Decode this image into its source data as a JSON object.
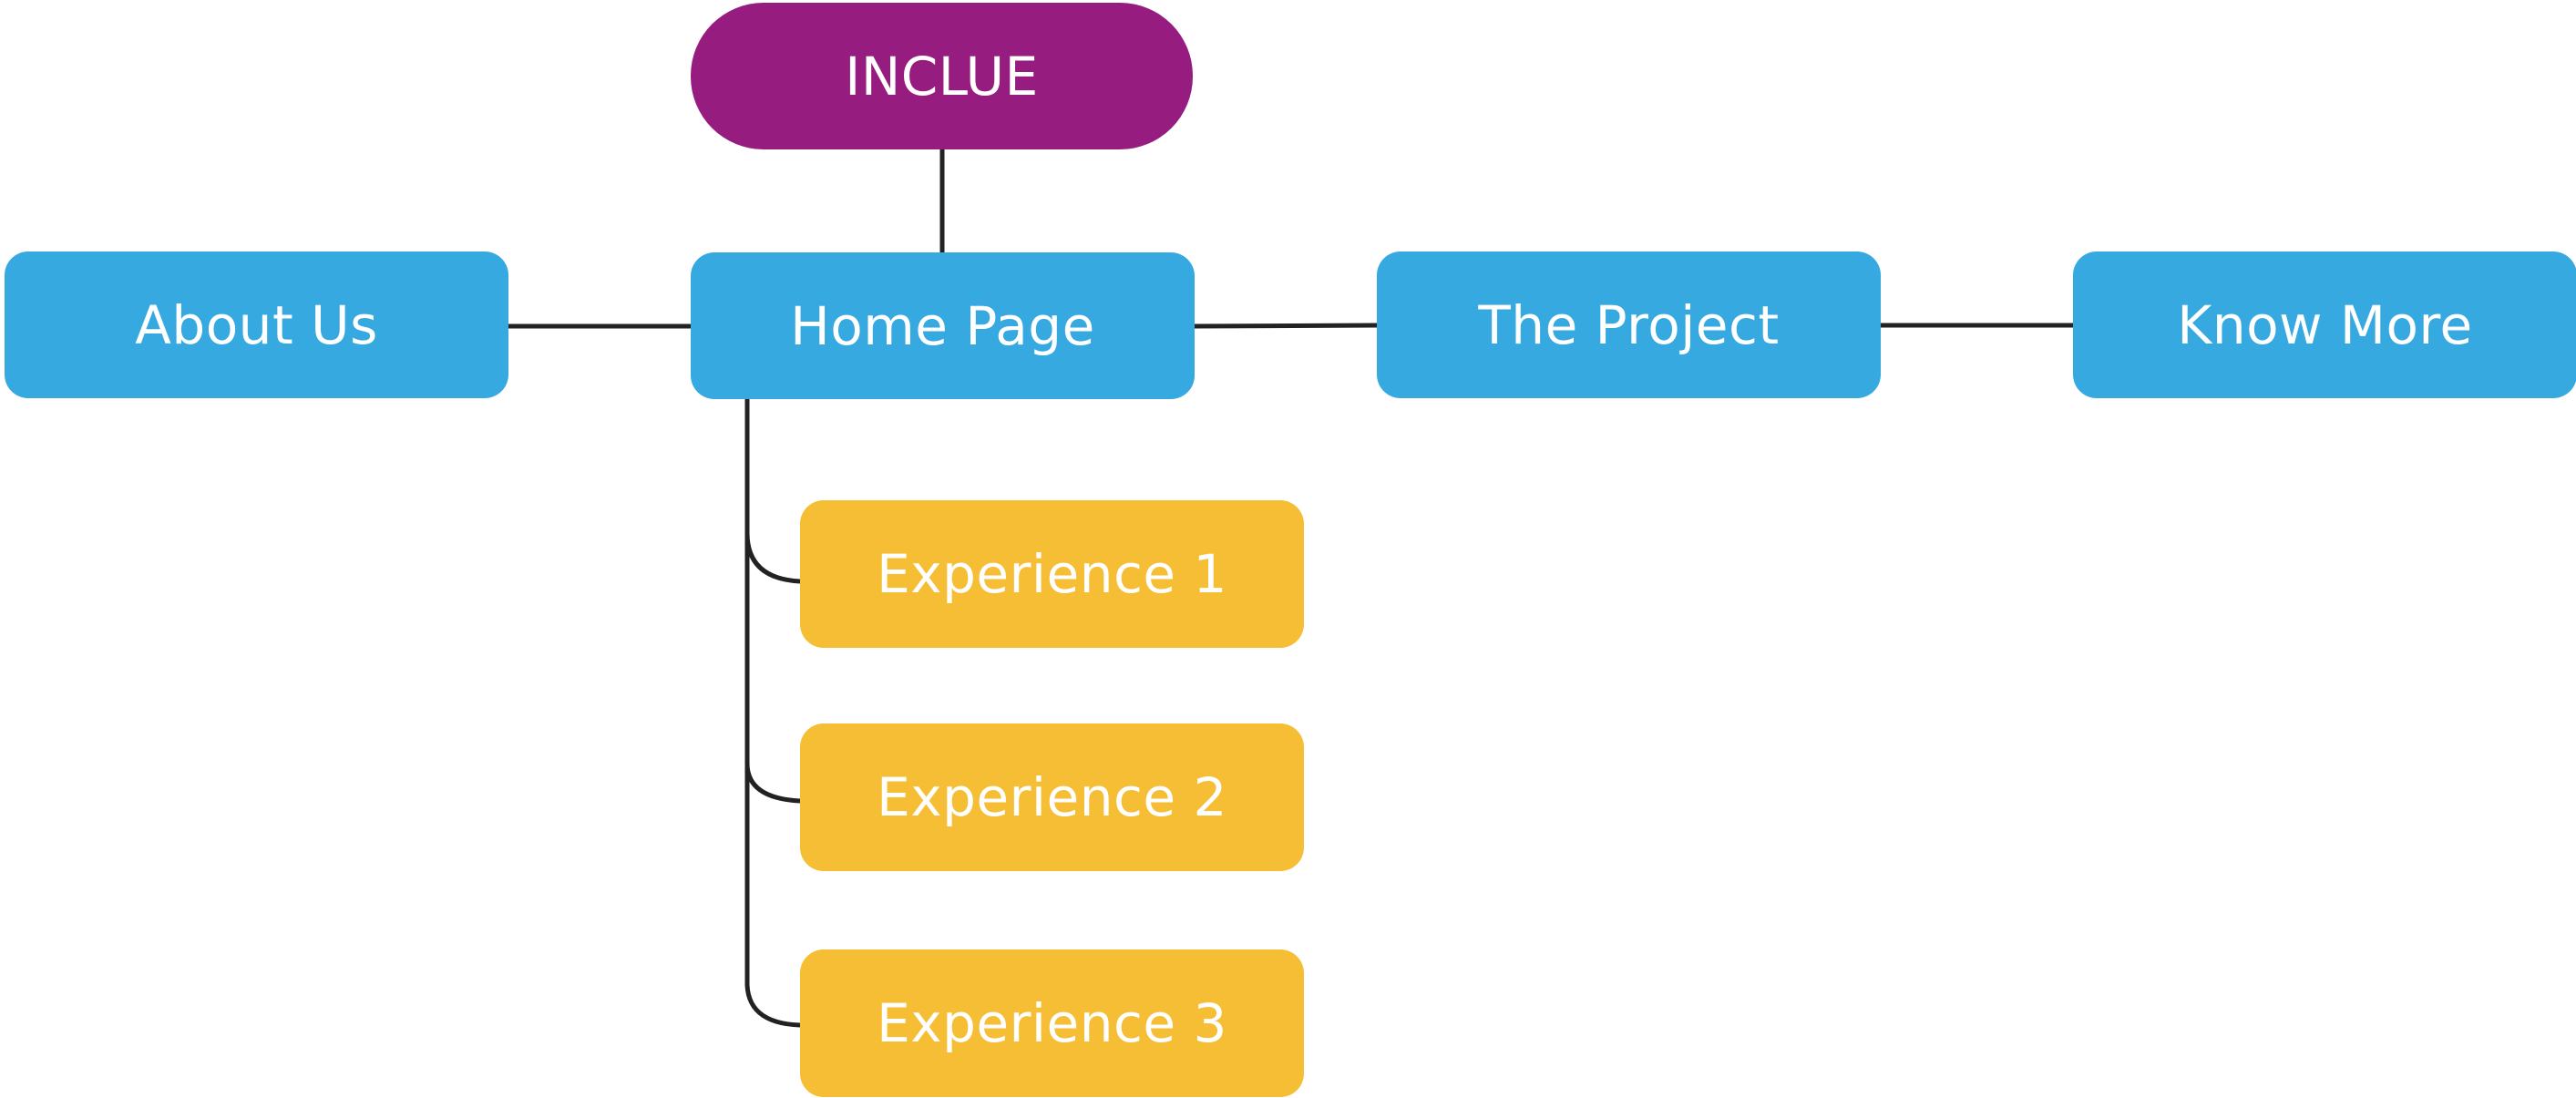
{
  "diagram": {
    "root": {
      "label": "INCLUE",
      "color": "#971c7f"
    },
    "primary_color": "#37a9e1",
    "secondary_color": "#f6be34",
    "connector_color": "#222222",
    "top_level": [
      {
        "label": "About Us"
      },
      {
        "label": "Home Page"
      },
      {
        "label": "The Project"
      },
      {
        "label": "Know More"
      }
    ],
    "home_children": [
      {
        "label": "Experience 1"
      },
      {
        "label": "Experience 2"
      },
      {
        "label": "Experience 3"
      }
    ]
  }
}
